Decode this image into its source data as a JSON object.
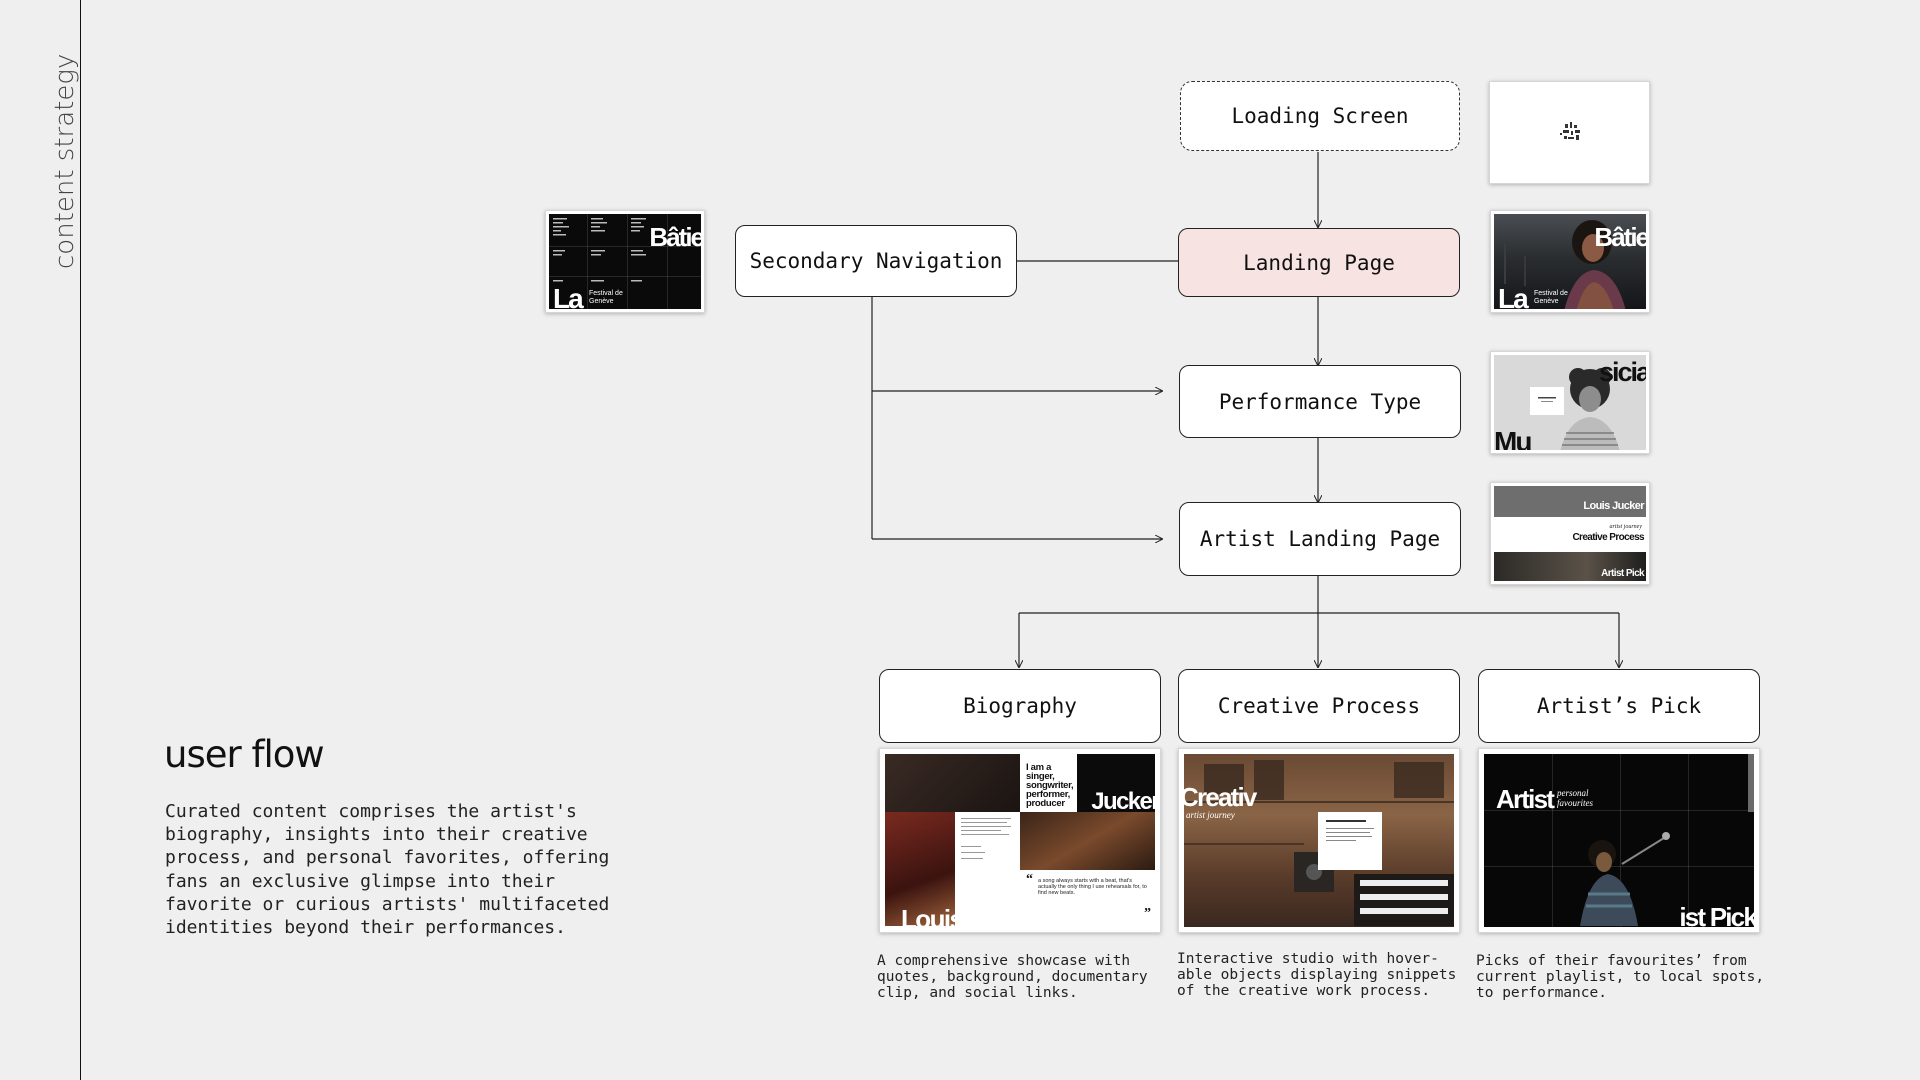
{
  "sidebar": {
    "label": "content strategy"
  },
  "section": {
    "title": "user flow",
    "description": "Curated content comprises the artist's\nbiography, insights into their creative\nprocess, and personal favorites, offering\nfans an exclusive glimpse into their\nfavorite or curious artists' multifaceted\nidentities beyond their performances."
  },
  "nodes": {
    "loading_screen": "Loading Screen",
    "secondary_navigation": "Secondary Navigation",
    "landing_page": "Landing Page",
    "performance_type": "Performance Type",
    "artist_landing_page": "Artist Landing Page",
    "biography": "Biography",
    "creative_process": "Creative Process",
    "artists_pick": "Artist’s Pick"
  },
  "captions": {
    "biography": "A comprehensive showcase with quotes, background, documentary clip, and social links.",
    "creative_process": "Interactive studio with hover-able objects displaying snippets of the creative work process.",
    "artists_pick": "Picks of their favourites’ from current playlist, to local spots, to performance."
  },
  "thumbnails": {
    "landing_brand": "Bâtie",
    "landing_brand_short": "La",
    "landing_sub": "Festival de Genève",
    "performance_word_a": "sicia",
    "performance_word_b": "Mu",
    "artist_name": "Louis Jucker",
    "artist_journey": "artist journey",
    "artist_creative": "Creative Process",
    "artist_pick": "Artist Pick",
    "bio_quote_top": "I am a singer, songwriter, performer, producer",
    "bio_name_a": "Louis",
    "bio_name_b": "Jucker",
    "bio_quote": "a song always starts with a beat, that's actually the only thing I use rehearsals for, to find new beats.",
    "cp_title": "Creativ",
    "cp_sub": "artist journey",
    "pick_title": "Artist",
    "pick_sub": "personal favourites",
    "pick_foot": "ist Pick"
  },
  "colors": {
    "background": "#efefef",
    "node_fill": "#ffffff",
    "active_fill": "#f6e3e2",
    "stroke": "#222222"
  }
}
